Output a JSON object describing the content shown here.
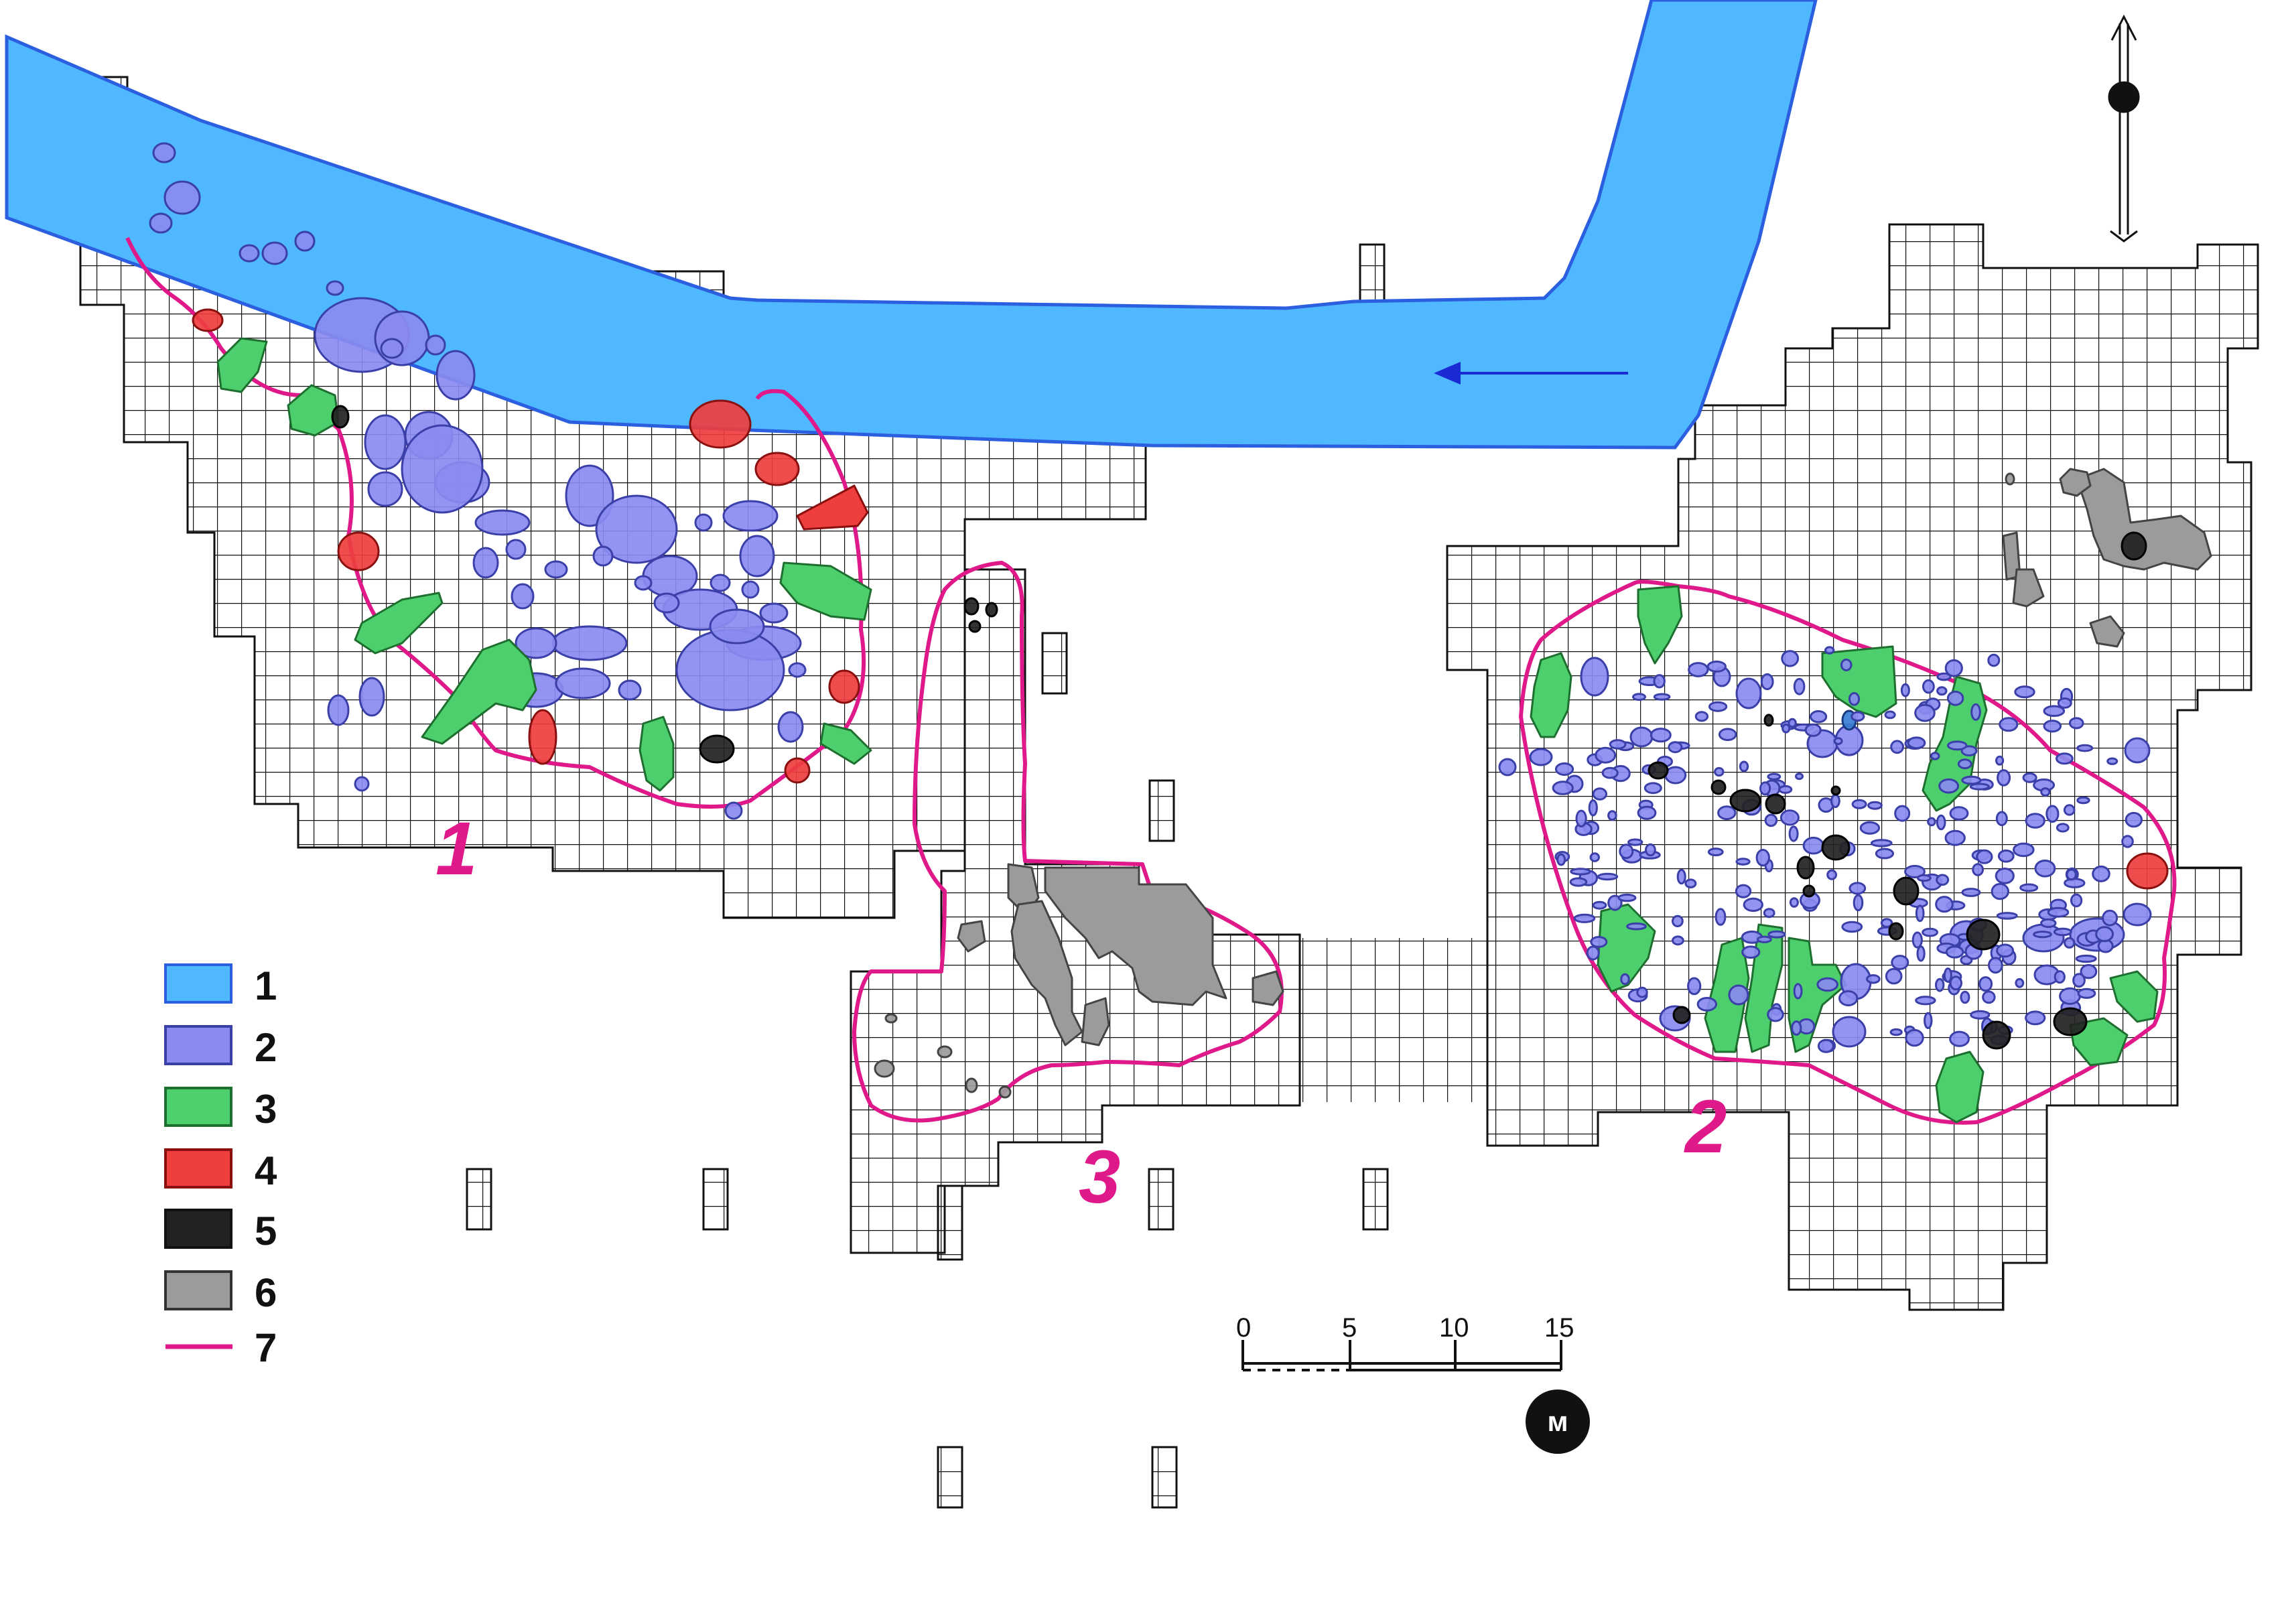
{
  "map": {
    "colors": {
      "river": "#4fb8ff",
      "river_edge": "#2b5fe0",
      "type2": "#8a8bf0",
      "type2_edge": "#3b3fa8",
      "type3": "#4ccf6c",
      "type3_edge": "#1e6f2f",
      "type4": "#ee3e3e",
      "type4_edge": "#8a1010",
      "type5": "#222222",
      "type6": "#9b9b9b",
      "boundary": "#e0198b",
      "grid": "#111111",
      "flow_arrow": "#1a2bd6"
    },
    "legend": [
      {
        "key": "1",
        "swatch": "river",
        "icon": "filled-rectangle"
      },
      {
        "key": "2",
        "swatch": "type2",
        "icon": "filled-rectangle"
      },
      {
        "key": "3",
        "swatch": "type3",
        "icon": "filled-rectangle"
      },
      {
        "key": "4",
        "swatch": "type4",
        "icon": "filled-rectangle"
      },
      {
        "key": "5",
        "swatch": "type5",
        "icon": "filled-rectangle"
      },
      {
        "key": "6",
        "swatch": "type6",
        "icon": "filled-rectangle"
      },
      {
        "key": "7",
        "swatch": "boundary",
        "icon": "line"
      }
    ],
    "zones": [
      {
        "label": "1"
      },
      {
        "label": "2"
      },
      {
        "label": "3"
      }
    ],
    "scale": {
      "ticks": [
        "0",
        "5",
        "10",
        "15"
      ],
      "unit": "м"
    },
    "north_arrow": {
      "icon": "north-arrow-icon"
    },
    "river_flow_arrow": {
      "icon": "flow-arrow-icon"
    }
  }
}
